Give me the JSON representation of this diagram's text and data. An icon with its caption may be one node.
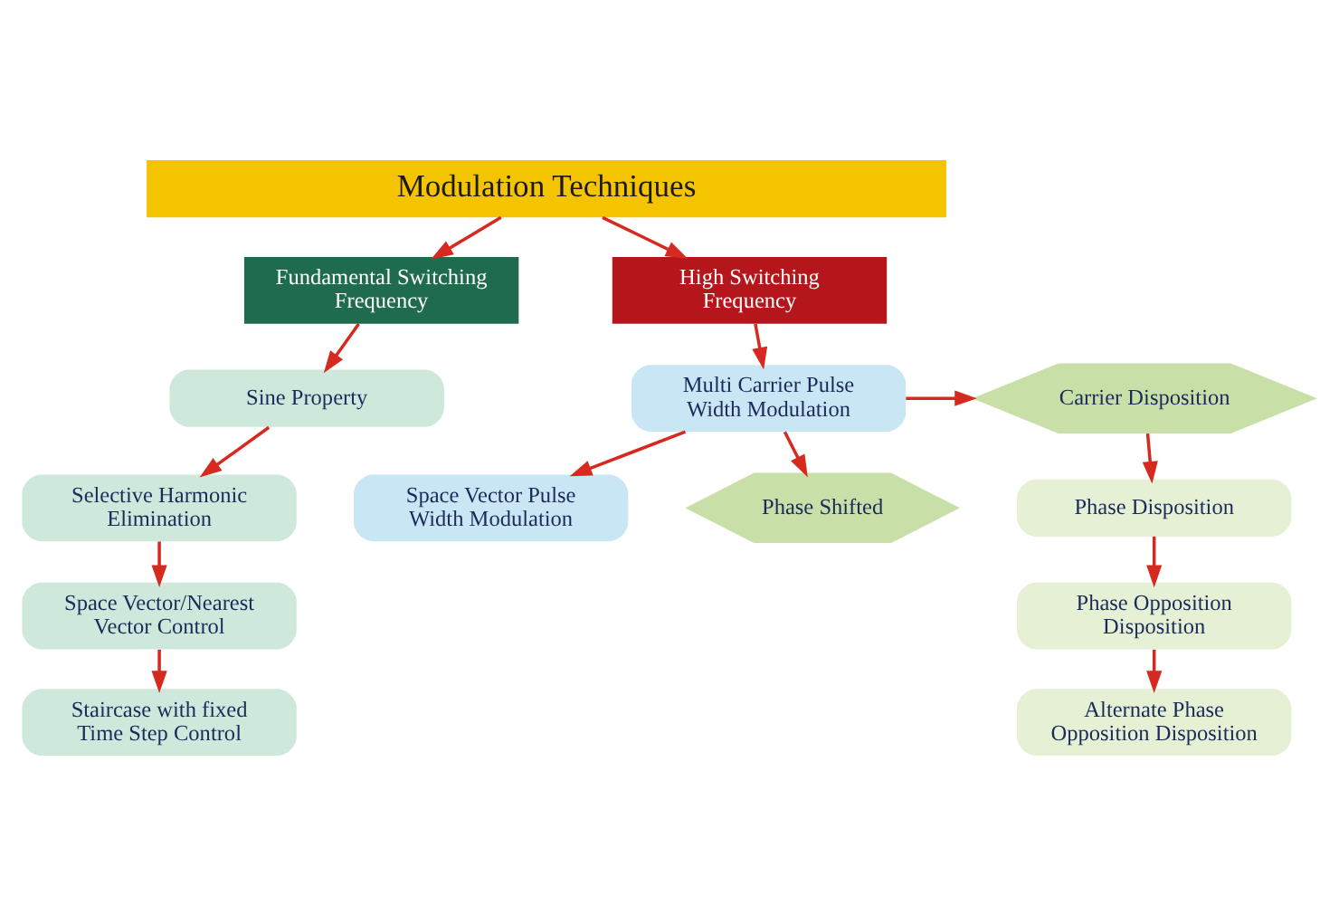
{
  "diagram": {
    "nodes": [
      {
        "text": [
          "Modulation Techniques"
        ]
      },
      {
        "text": [
          "Fundamental Switching Frequency"
        ]
      },
      {
        "text": [
          "High Switching Frequency"
        ]
      },
      {
        "text": [
          "Sine Property"
        ]
      },
      {
        "text": [
          "Selective Harmonic Elimination"
        ]
      },
      {
        "text": [
          "Space Vector/Nearest Vector Control"
        ]
      },
      {
        "text": [
          "Staircase with fixed Time Step Control"
        ]
      },
      {
        "text": [
          "Multi Carrier Pulse Width Modulation"
        ]
      },
      {
        "text": [
          "Space Vector Pulse Width Modulation"
        ]
      },
      {
        "text": [
          "Carrier Disposition"
        ]
      },
      {
        "text": [
          "Phase Disposition"
        ]
      },
      {
        "text": [
          "Phase Opposition Disposition"
        ]
      },
      {
        "text": [
          "Alternate Phase Opposition Disposition"
        ]
      },
      {
        "text": [
          "Phase Shifted"
        ]
      }
    ],
    "edges": [
      {
        "from": 0,
        "to": 1,
        "arrow": "to"
      },
      {
        "from": 0,
        "to": 2,
        "arrow": "to"
      },
      {
        "from": 1,
        "to": 3,
        "arrow": "to"
      },
      {
        "from": 3,
        "to": 4,
        "arrow": "to"
      },
      {
        "from": 4,
        "to": 5,
        "arrow": "to"
      },
      {
        "from": 5,
        "to": 6,
        "arrow": "to"
      },
      {
        "from": 2,
        "to": 7,
        "arrow": "to"
      },
      {
        "from": 7,
        "to": 8,
        "arrow": "to"
      },
      {
        "from": 7,
        "to": 9,
        "arrow": "to"
      },
      {
        "from": 7,
        "to": 13,
        "arrow": "to"
      },
      {
        "from": 9,
        "to": 10,
        "arrow": "to"
      },
      {
        "from": 10,
        "to": 11,
        "arrow": "to"
      },
      {
        "from": 11,
        "to": 12,
        "arrow": "to"
      }
    ]
  }
}
